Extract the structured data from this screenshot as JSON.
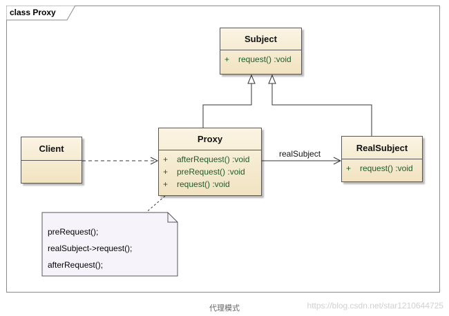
{
  "diagram": {
    "frame_label": "class Proxy",
    "classes": {
      "subject": {
        "name": "Subject",
        "ops": [
          {
            "vis": "+",
            "sig": "request()  :void"
          }
        ]
      },
      "proxy": {
        "name": "Proxy",
        "ops": [
          {
            "vis": "+",
            "sig": "afterRequest()  :void"
          },
          {
            "vis": "+",
            "sig": "preRequest()  :void"
          },
          {
            "vis": "+",
            "sig": "request()  :void"
          }
        ]
      },
      "real_subject": {
        "name": "RealSubject",
        "ops": [
          {
            "vis": "+",
            "sig": "request()  :void"
          }
        ]
      },
      "client": {
        "name": "Client"
      }
    },
    "association_label": "realSubject",
    "note_lines": [
      "preRequest();",
      "realSubject->request();",
      "afterRequest();"
    ]
  },
  "caption": "代理模式",
  "watermark": "https://blog.csdn.net/star1210644725"
}
